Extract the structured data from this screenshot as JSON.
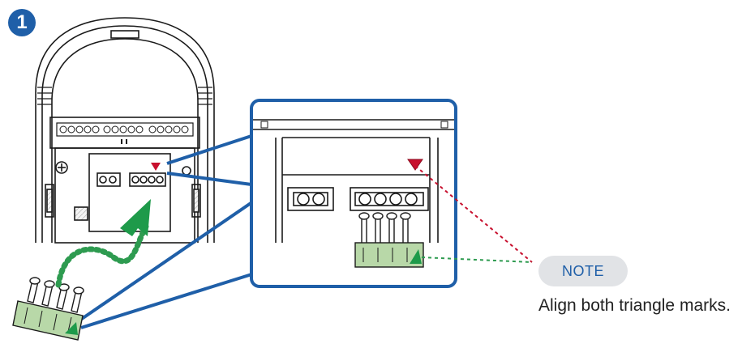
{
  "step": {
    "number": "1"
  },
  "note": {
    "label": "NOTE",
    "text": "Align both triangle marks."
  },
  "colors": {
    "outline": "#1a1a1a",
    "callout_blue": "#1f5fa8",
    "badge_blue": "#1f5fa8",
    "triangle_red": "#c8102e",
    "connector_green": "#b8d8a8",
    "arrow_green": "#1e9a4a",
    "dotted_green": "#2e9b50",
    "note_pill": "#e1e3e6"
  },
  "icons": [
    "step-number-badge",
    "up-arrow-icon",
    "triangle-mark-icon",
    "screw-icon"
  ]
}
